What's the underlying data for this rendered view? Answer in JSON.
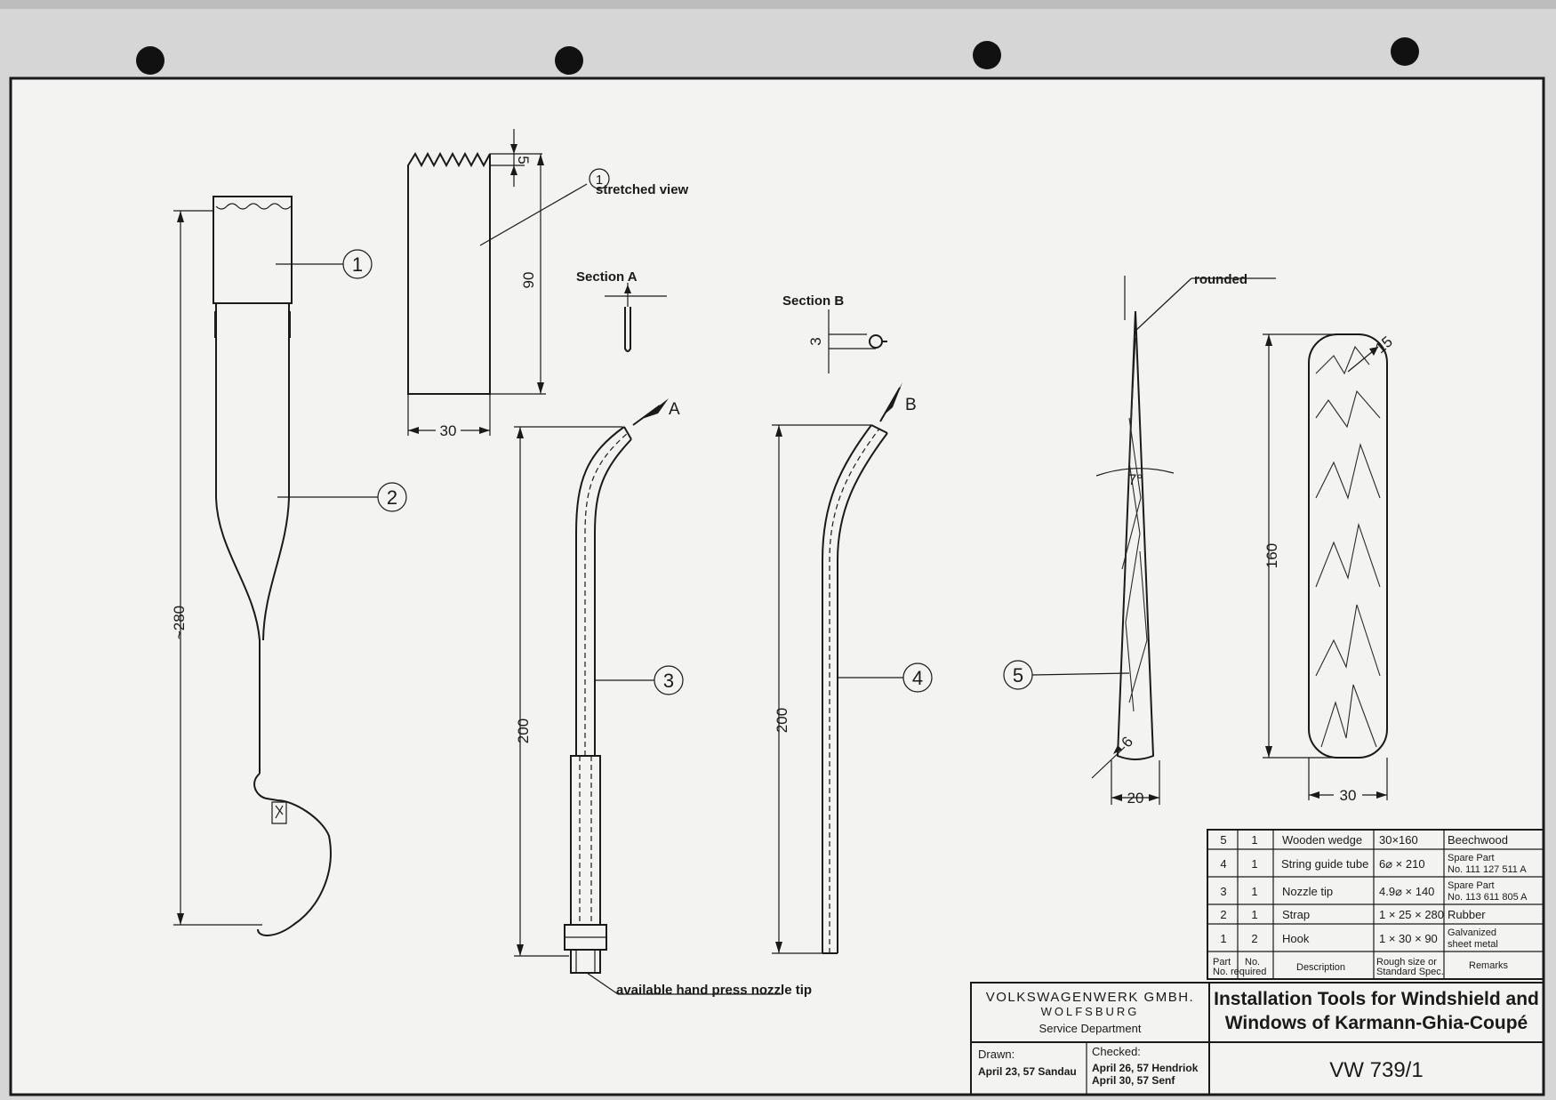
{
  "callouts": {
    "p1": "1",
    "p2": "2",
    "p3": "3",
    "p4": "4",
    "p5": "5"
  },
  "labels": {
    "stretched_view": "stretched view",
    "section_a": "Section A",
    "section_b": "Section B",
    "arrow_a": "A",
    "arrow_b": "B",
    "rounded": "rounded",
    "nozzle_note": "available hand press nozzle tip"
  },
  "dims": {
    "strap_length": "~280",
    "hook_height": "90",
    "hook_width": "30",
    "tooth": "5",
    "section_b": "3",
    "nozzle_length": "200",
    "tube_length": "200",
    "wedge_angle": "7°",
    "wedge_tip": "6",
    "wedge_width": "20",
    "wedge_length": "160",
    "wedge_radius": "15",
    "wedge_face_width": "30"
  },
  "parts_table": {
    "rows": [
      {
        "part": "5",
        "qty": "1",
        "desc": "Wooden wedge",
        "size": "30×160",
        "remark1": "Beechwood",
        "remark2": ""
      },
      {
        "part": "4",
        "qty": "1",
        "desc": "String guide tube",
        "size": "6⌀ × 210",
        "remark1": "Spare Part",
        "remark2": "No. 111 127 511 A"
      },
      {
        "part": "3",
        "qty": "1",
        "desc": "Nozzle tip",
        "size": "4.9⌀ × 140",
        "remark1": "Spare Part",
        "remark2": "No. 113 611 805 A"
      },
      {
        "part": "2",
        "qty": "1",
        "desc": "Strap",
        "size": "1 × 25 × 280",
        "remark1": "Rubber",
        "remark2": ""
      },
      {
        "part": "1",
        "qty": "2",
        "desc": "Hook",
        "size": "1 × 30 × 90",
        "remark1": "Galvanized",
        "remark2": "sheet metal"
      }
    ],
    "header": {
      "part1": "Part",
      "part2": "No.",
      "qty1": "No.",
      "qty2": "required",
      "desc": "Description",
      "size1": "Rough size or",
      "size2": "Standard Spec.",
      "remarks": "Remarks"
    }
  },
  "title_block": {
    "company": "VOLKSWAGENWERK GMBH.",
    "city": "WOLFSBURG",
    "department": "Service Department",
    "title_line1": "Installation Tools for Windshield and",
    "title_line2": "Windows of Karmann-Ghia-Coupé",
    "drawn_label": "Drawn:",
    "drawn_value": "April 23, 57 Sandau",
    "checked_label": "Checked:",
    "checked_value1": "April 26, 57 Hendriok",
    "checked_value2": "April 30, 57 Senf",
    "drawing_no": "VW 739/1"
  }
}
